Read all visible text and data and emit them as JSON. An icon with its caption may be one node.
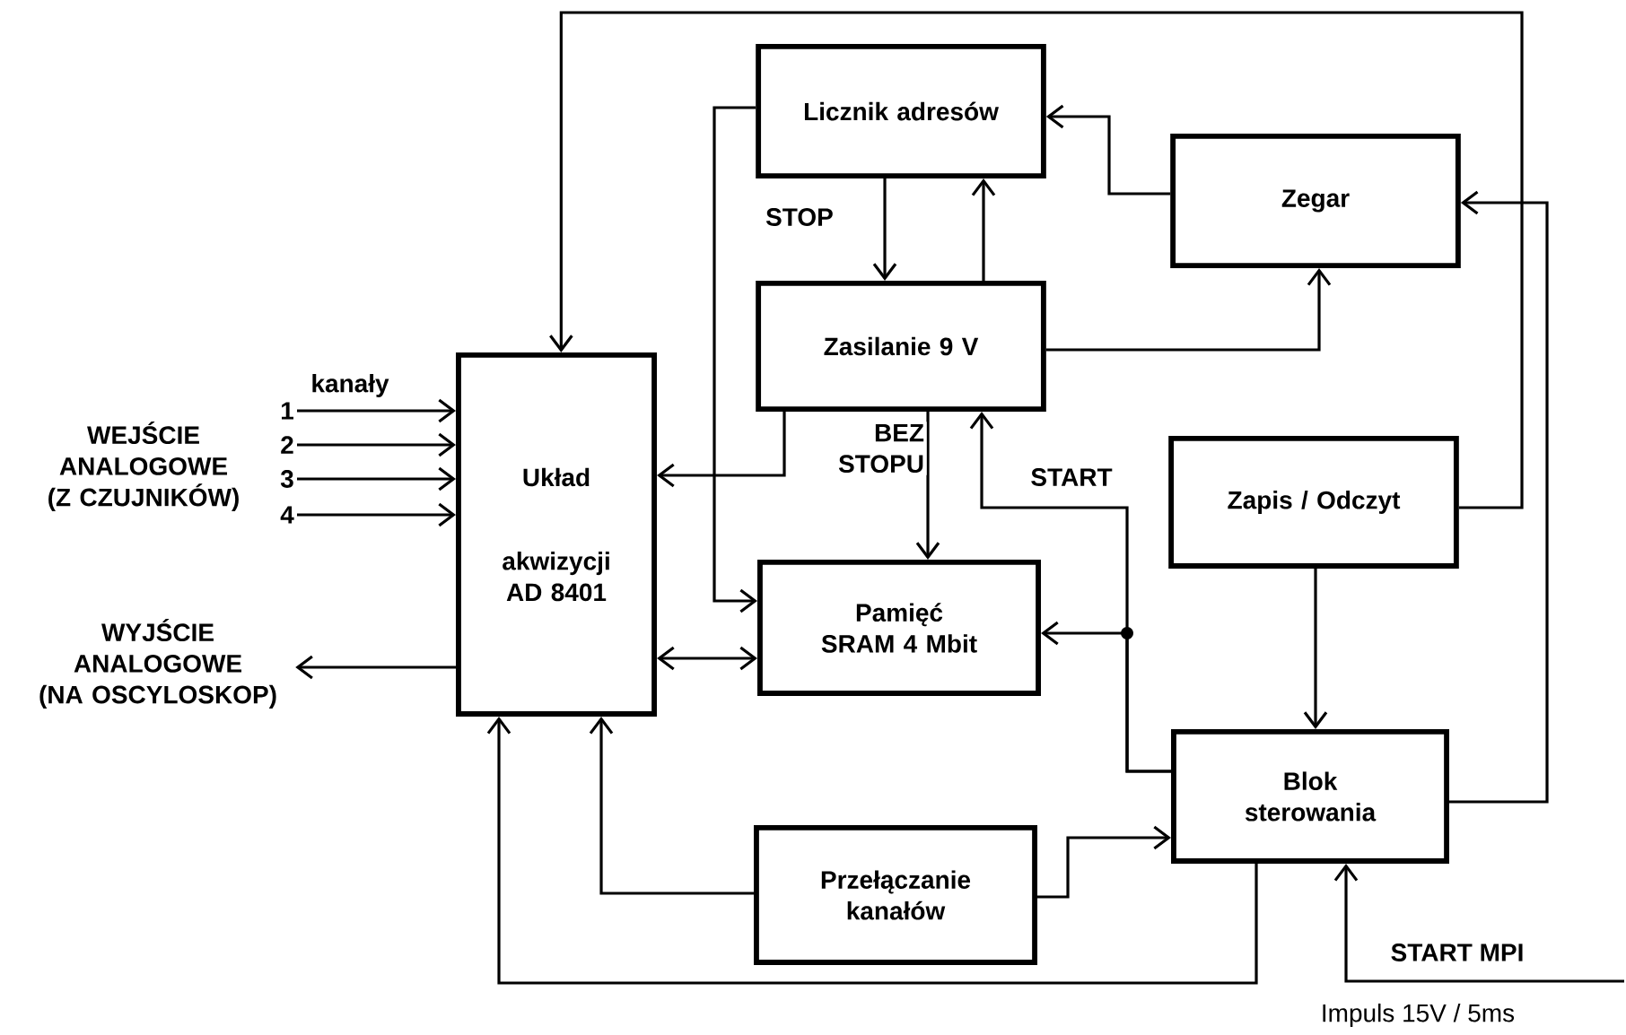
{
  "diagram": {
    "nodes": [
      {
        "text": [
          "Licznik adresów"
        ]
      },
      {
        "text": [
          "Zegar"
        ]
      },
      {
        "text": [
          "Zasilanie 9 V"
        ]
      },
      {
        "text": [
          "1"
        ]
      },
      {
        "text": [
          "2"
        ]
      },
      {
        "text": [
          "3"
        ]
      },
      {
        "text": [
          "4"
        ]
      },
      {
        "text": [
          "Układ akwizycji",
          "AD 8401"
        ]
      },
      {
        "text": [
          "Zapis / Odczyt"
        ]
      },
      {
        "text": [
          "WYJŚCIE ANALOGOWE (NA OSCYLOSKOP)"
        ]
      },
      {
        "text": [
          "Pamięć SRAM 4 Mbit"
        ]
      },
      {
        "text": [
          "Blok sterowania"
        ]
      },
      {
        "text": [
          "Przełączanie kanałów"
        ]
      }
    ],
    "edges": [
      {
        "from": 8,
        "to": 7,
        "arrow": "to"
      },
      {
        "from": 11,
        "to": 1,
        "arrow": "to"
      },
      {
        "from": 1,
        "to": 0,
        "arrow": "to"
      },
      {
        "from": 0,
        "to": 2,
        "arrow": "to",
        "label": "STOP"
      },
      {
        "from": 2,
        "to": 0,
        "arrow": "to"
      },
      {
        "from": 2,
        "to": 1,
        "arrow": "to"
      },
      {
        "from": 0,
        "to": 10,
        "arrow": "to"
      },
      {
        "from": 2,
        "to": 7,
        "arrow": "to"
      },
      {
        "from": 2,
        "to": 10,
        "arrow": "to",
        "label": "BEZ STOPU"
      },
      {
        "from": 11,
        "to": 2,
        "arrow": "to",
        "label": "START"
      },
      {
        "from": 11,
        "to": 10,
        "arrow": "to"
      },
      {
        "from": 7,
        "to": 10,
        "arrow": "both"
      },
      {
        "from": 8,
        "to": 11,
        "arrow": "to"
      },
      {
        "from": 12,
        "to": 11,
        "arrow": "to"
      },
      {
        "from": 12,
        "to": 7,
        "arrow": "to"
      },
      {
        "from": 11,
        "to": 7,
        "arrow": "to"
      },
      {
        "from": null,
        "to": 11,
        "arrow": "to",
        "label": "START MPI"
      },
      {
        "from": 3,
        "to": 7,
        "arrow": "to"
      },
      {
        "from": 4,
        "to": 7,
        "arrow": "to"
      },
      {
        "from": 5,
        "to": 7,
        "arrow": "to"
      },
      {
        "from": 6,
        "to": 7,
        "arrow": "to"
      },
      {
        "from": 7,
        "to": 9,
        "arrow": "to"
      }
    ],
    "labels": [
      "kanały",
      "WEJŚCIE ANALOGOWE (Z CZUJNIKÓW)",
      "Impuls 15V / 5ms"
    ]
  }
}
